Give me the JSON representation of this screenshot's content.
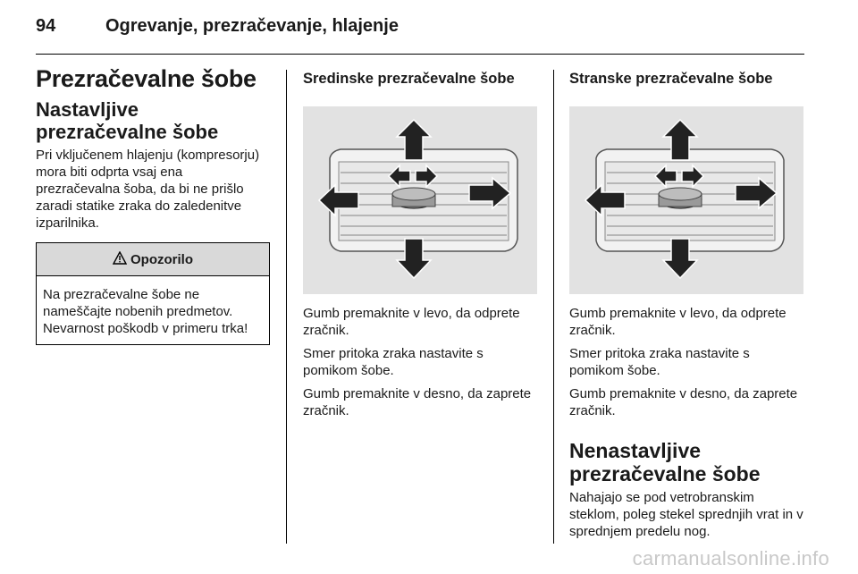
{
  "header": {
    "page_number": "94",
    "chapter_title": "Ogrevanje, prezračevanje, hlajenje"
  },
  "col1": {
    "title": "Prezračevalne šobe",
    "subtitle": "Nastavljive prezračevalne šobe",
    "intro": "Pri vključenem hlajenju (kompresorju) mora biti odprta vsaj ena prezračevalna šoba, da bi ne prišlo zaradi statike zraka do zaledenitve izparilnika.",
    "warning": {
      "icon": "warning-triangle-icon",
      "title": "Opozorilo",
      "text": "Na prezračevalne šobe ne nameščajte nobenih predmetov. Nevarnost poškodb v primeru trka!"
    }
  },
  "col2": {
    "heading": "Sredinske prezračevalne šobe",
    "p1": "Gumb premaknite v levo, da odprete zračnik.",
    "p2": "Smer pritoka zraka nastavite s pomikom šobe.",
    "p3": "Gumb premaknite v desno, da zaprete zračnik."
  },
  "col3": {
    "heading": "Stranske prezračevalne šobe",
    "p1": "Gumb premaknite v levo, da odprete zračnik.",
    "p2": "Smer pritoka zraka nastavite s pomikom šobe.",
    "p3": "Gumb premaknite v desno, da zaprete zračnik.",
    "subheading": "Nenastavljive prezračevalne šobe",
    "p4": "Nahajajo se pod vetrobranskim steklom, poleg stekel sprednjih vrat in v sprednjem predelu nog."
  },
  "watermark": "carmanualsonline.info"
}
